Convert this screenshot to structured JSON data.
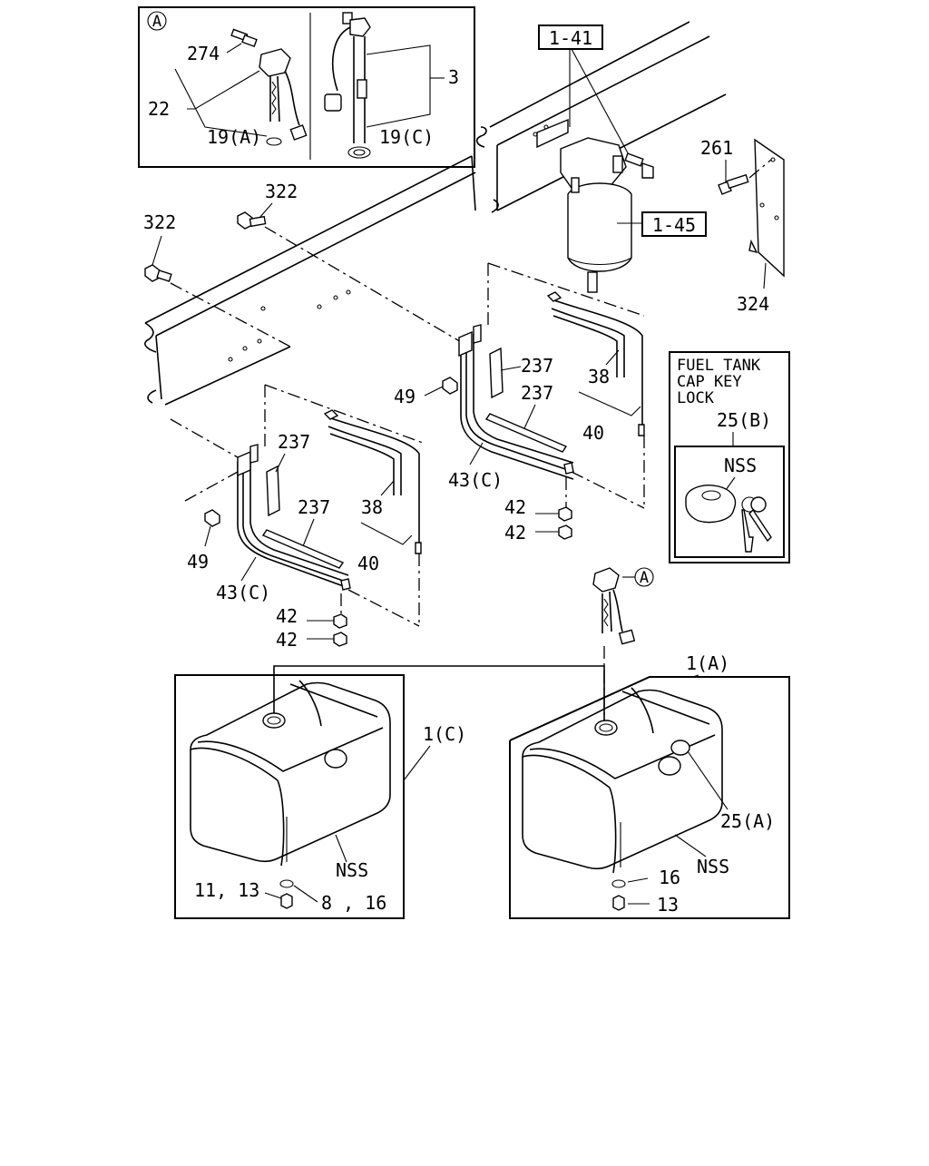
{
  "inset_marker": "A",
  "callouts": {
    "c274": "274",
    "c22": "22",
    "c19a": "19(A)",
    "c3": "3",
    "c19c": "19(C)",
    "ref141": "1-41",
    "ref145": "1-45",
    "c261": "261",
    "c324": "324",
    "c322a": "322",
    "c322b": "322",
    "c49a": "49",
    "c237a": "237",
    "c237b": "237",
    "c38a": "38",
    "c40a": "40",
    "c43c_a": "43(C)",
    "c42a": "42",
    "c42b": "42",
    "c237c": "237",
    "c237d": "237",
    "c38b": "38",
    "c40b": "40",
    "c49b": "49",
    "c43c_b": "43(C)",
    "c42c": "42",
    "c42d": "42",
    "marker_a_lower": "A",
    "c1a": "1(A)",
    "c1c": "1(C)",
    "nss_left": "NSS",
    "c11_13": "11, 13",
    "c8_16": "8 , 16",
    "c25a": "25(A)",
    "nss_right": "NSS",
    "c16": "16",
    "c13": "13"
  },
  "key_lock_box": {
    "title_line1": "FUEL TANK",
    "title_line2": "CAP KEY",
    "title_line3": "LOCK",
    "part_number": "25(B)",
    "nss": "NSS"
  }
}
